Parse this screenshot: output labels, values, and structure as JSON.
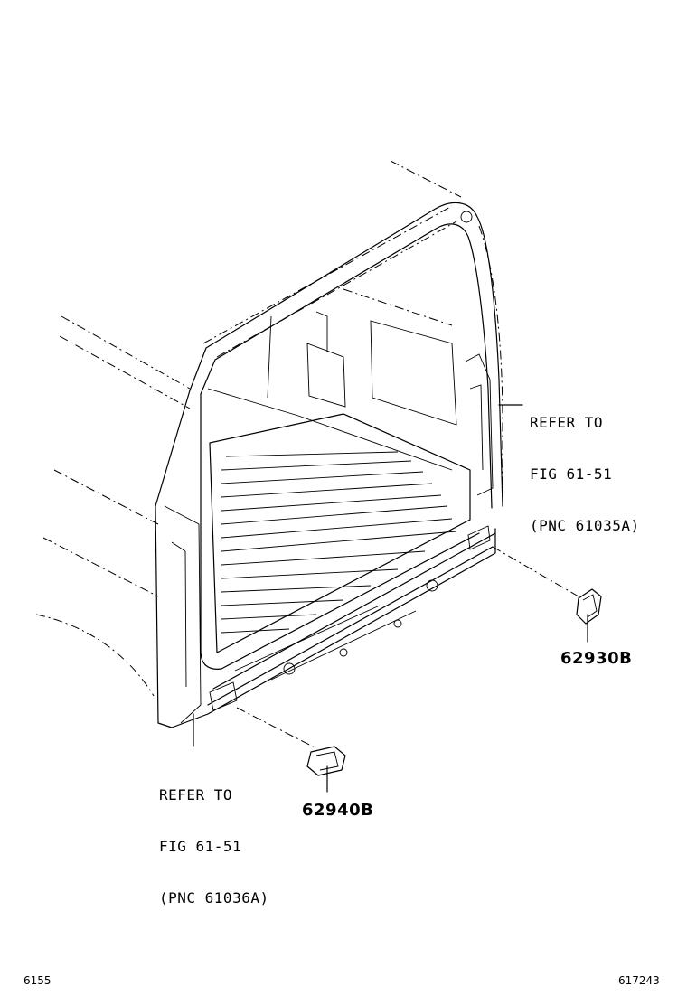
{
  "callouts": {
    "right_ref": {
      "line1": "REFER TO",
      "line2": "FIG 61-51",
      "line3": "(PNC 61035A)"
    },
    "left_ref": {
      "line1": "REFER TO",
      "line2": "FIG 61-51",
      "line3": "(PNC 61036A)"
    }
  },
  "parts": {
    "right_part": "62930B",
    "left_part": "62940B"
  },
  "footer": {
    "left_code": "6155",
    "right_code": "617243"
  }
}
